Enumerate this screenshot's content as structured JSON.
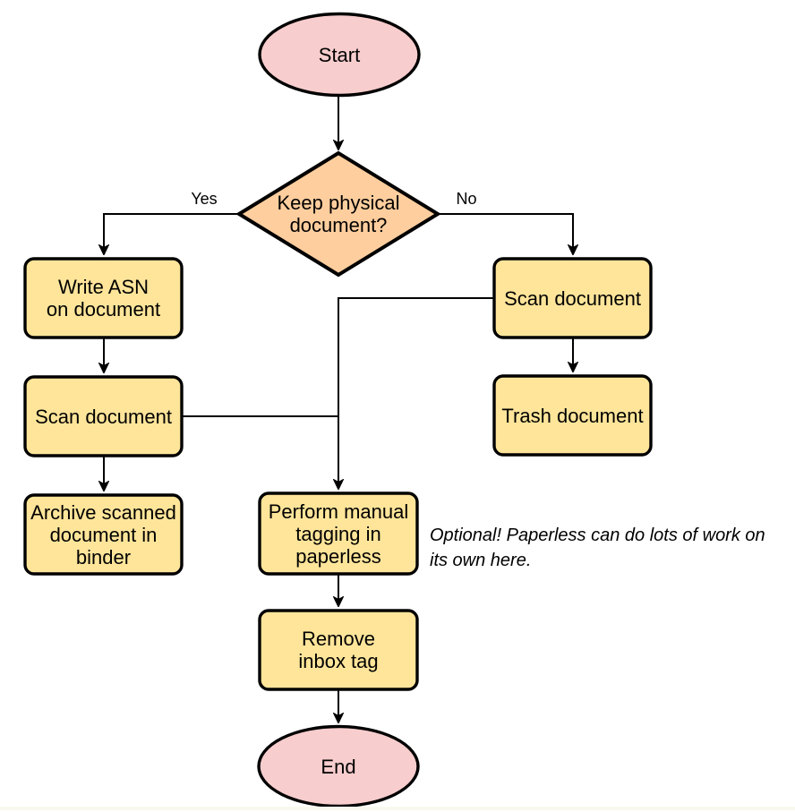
{
  "flowchart": {
    "nodes": {
      "start": "Start",
      "decision": "Keep physical\ndocument?",
      "write_asn": "Write ASN\non document",
      "scan_left": "Scan document",
      "archive": "Archive scanned\ndocument in\nbinder",
      "scan_right": "Scan document",
      "trash": "Trash document",
      "tagging": "Perform manual\ntagging in\npaperless",
      "remove_inbox": "Remove\ninbox tag",
      "end": "End"
    },
    "edge_labels": {
      "yes": "Yes",
      "no": "No"
    },
    "note": "Optional! Paperless can do lots of work on\nits own here.",
    "colors": {
      "terminator_fill": "#f8cdcd",
      "decision_fill": "#ffce9e",
      "process_fill": "#ffe59a",
      "stroke": "#000000",
      "bottom_divider": "#f8f8ee",
      "canvas": "#ffffff"
    }
  }
}
